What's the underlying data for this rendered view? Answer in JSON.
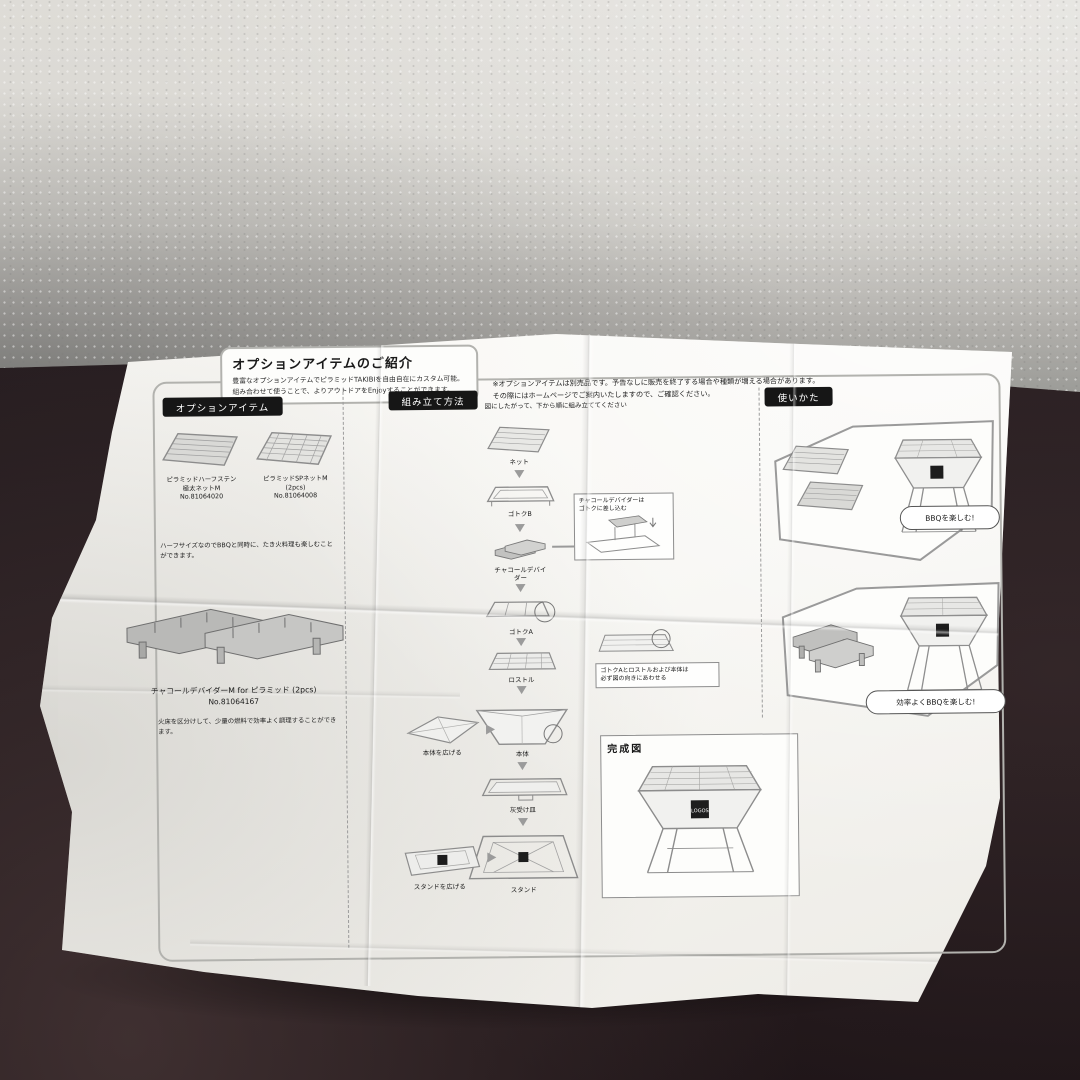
{
  "brand": "LOGOS",
  "intro": {
    "title": "オプションアイテムのご紹介",
    "subtitle_line1": "豊富なオプションアイテムでピラミッドTAKIBIを自由自在にカスタム可能。",
    "subtitle_line2": "組み合わせて使うことで、よりアウトドアをEnjoyすることができます。",
    "note_line1": "※オプションアイテムは別売品です。予告なしに販売を終了する場合や種類が増える場合があります。",
    "note_line2": "その際にはホームページでご案内いたしますので、ご確認ください。"
  },
  "options": {
    "heading": "オプションアイテム",
    "products": [
      {
        "name": "ピラミッドハーフステン",
        "name2": "極太ネットM",
        "number": "No.81064020"
      },
      {
        "name": "ピラミッドSPネットM",
        "name2": "(2pcs)",
        "number": "No.81064008"
      }
    ],
    "caption": "ハーフサイズなのでBBQと同時に、たき火料理も楽しむことができます。",
    "divider": {
      "name": "チャコールデバイダーM for ピラミッド (2pcs)",
      "number": "No.81064167",
      "caption": "火床を区分けして、少量の燃料で効率よく調理することができます。"
    }
  },
  "assembly": {
    "heading": "組み立て方法",
    "instruction": "図にしたがって、下から順に組み立ててください",
    "steps": [
      "ネット",
      "ゴトクB",
      "チャコールデバイダー",
      "ゴトクA",
      "ロストル",
      "本体",
      "灰受け皿",
      "スタンド"
    ],
    "expand_body": "本体を広げる",
    "expand_stand": "スタンドを広げる",
    "callout_divider_line1": "チャコールデバイダーは",
    "callout_divider_line2": "ゴトクに差し込む",
    "callout_orientation_line1": "ゴトクAとロストルおよび本体は",
    "callout_orientation_line2": "必ず図の向きにあわせる",
    "completed_label": "完成図"
  },
  "usage": {
    "heading": "使いかた",
    "labels": [
      "BBQを楽しむ!",
      "効率よくBBQを楽しむ!"
    ]
  }
}
